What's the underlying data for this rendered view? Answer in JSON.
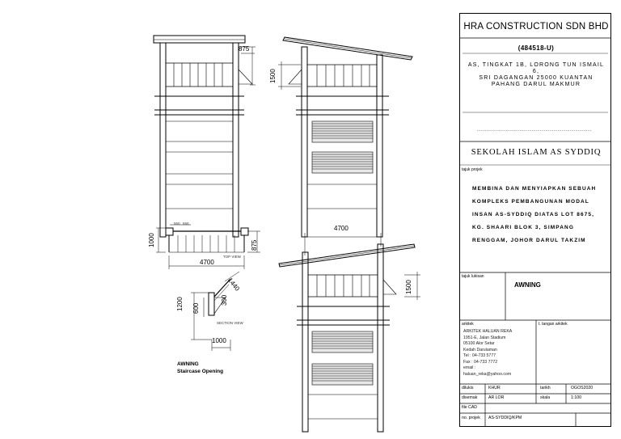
{
  "title_block": {
    "company": "HRA CONSTRUCTION SDN BHD",
    "registration": "(484518-U)",
    "address_line1": "AS, TINGKAT 1B, LORONG TUN ISMAIL 6,",
    "address_line2": "SRI DAGANGAN 25000 KUANTAN",
    "address_line3": "PAHANG DARUL MAKMUR",
    "dotted_line": "..............................................................................................................",
    "project_name": "SEKOLAH ISLAM AS SYDDIQ",
    "project_label": "tajuk projek",
    "description_lines": [
      "MEMBINA DAN MENYIAPKAN SEBUAH",
      "KOMPLEKS PEMBANGUNAN MODAL",
      "INSAN AS-SYDDIQ DIATAS LOT 8675,",
      "KG. SHAARI BLOK 3, SIMPANG",
      "RENGGAM, JOHOR DARUL TAKZIM"
    ],
    "drawing_label": "tajuk lukisan",
    "drawing_title": "AWNING",
    "architect_label": "arkitek",
    "architect_sign_label": "t. tangan arkitek",
    "architect_lines": [
      "ARKITEK HALUAN REKA",
      "1951-E, Jalan Stadium",
      "05100 Alor Setar",
      "Kedah Darulaman",
      "Tel : 04-733 5777",
      "Fax : 04-733 7772",
      "email :",
      "haluan_reka@yahoo.com"
    ],
    "rows": [
      {
        "label": "dilukis",
        "value": "KHUR",
        "label2": "tarikh",
        "value2": "OGOS2020"
      },
      {
        "label": "disemak",
        "value": "AR LOR",
        "label2": "skala",
        "value2": "1:100"
      },
      {
        "label": "file CAD",
        "value": "",
        "label2": "",
        "value2": ""
      },
      {
        "label": "no. projek",
        "value": "AS-SYDDIQ/KPM",
        "label2": "",
        "value2": ""
      }
    ]
  },
  "drawing": {
    "dims": {
      "d875": "875",
      "d1500": "1500",
      "d4700": "4700",
      "d1000": "1000",
      "d550a": "550",
      "d550b": "550",
      "d1440": "1440",
      "d1200": "1200",
      "d600": "600",
      "d300": "300",
      "d1000b": "1000"
    },
    "top_view_label": "TOP VIEW",
    "section_view_label": "SECTION VIEW",
    "note_line1": "AWNING",
    "note_line2": "Staircase Opening"
  }
}
